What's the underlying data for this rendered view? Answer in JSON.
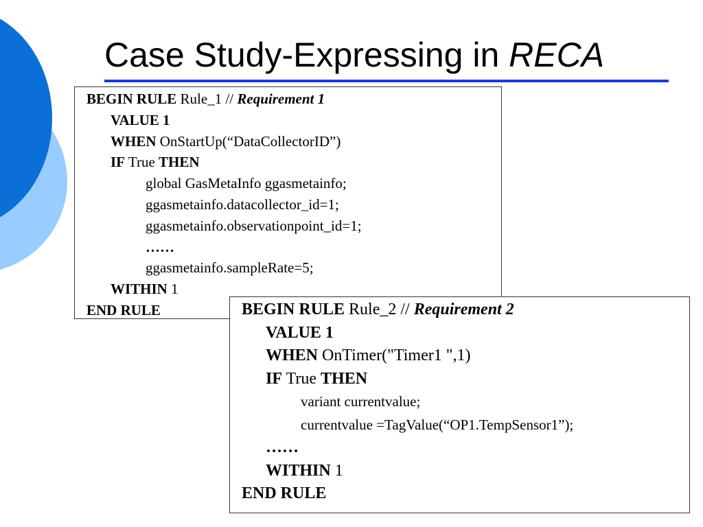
{
  "slide": {
    "title_main": "Case Study-Expressing in ",
    "title_emph": "RECA"
  },
  "rule1": {
    "begin_kw": "BEGIN RULE",
    "name": " Rule_1 ",
    "comment_slashes": "// ",
    "comment_text": "Requirement 1",
    "value_line": "VALUE  1",
    "when_kw": "WHEN",
    "when_expr": " OnStartUp(“DataCollectorID”)",
    "if_kw": "IF",
    "if_cond": " True  ",
    "then_kw": "THEN",
    "body": [
      "global GasMetaInfo ggasmetainfo;",
      "ggasmetainfo.datacollector_id=1;",
      "ggasmetainfo.observationpoint_id=1;"
    ],
    "ellipsis": "……",
    "last_stmt": "ggasmetainfo.sampleRate=5;",
    "within_kw": "WITHIN",
    "within_val": " 1",
    "end_kw": "END RULE"
  },
  "rule2": {
    "begin_kw": "BEGIN RULE",
    "name": " Rule_2 ",
    "comment_slashes": "// ",
    "comment_text": "Requirement 2",
    "value_line": "VALUE  1",
    "when_kw": "WHEN",
    "when_expr": " OnTimer(\"Timer1 \",1)",
    "if_kw": "IF",
    "if_cond": " True  ",
    "then_kw": "THEN",
    "body": [
      "variant currentvalue;",
      "currentvalue =TagValue(“OP1.TempSensor1”);"
    ],
    "ellipsis": "……",
    "within_kw": "WITHIN",
    "within_val": " 1",
    "end_kw": "END RULE"
  },
  "colors": {
    "decor_dark": "#0a6fd6",
    "decor_light": "#99ccff",
    "title_rule": "#1f3ccf"
  }
}
